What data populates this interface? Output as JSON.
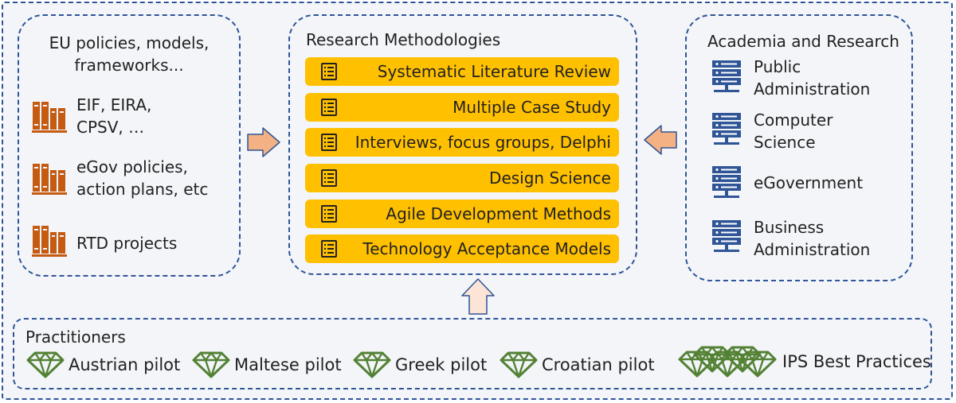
{
  "colors": {
    "dashed_border": "#2f5597",
    "method_bar": "#ffc000",
    "book": "#c55a11",
    "server": "#2f5597",
    "gem": "#548235",
    "arrow_fill": "#f4b183",
    "arrow_stroke": "#2f5597",
    "background": "#f3f5f9"
  },
  "left_panel": {
    "title_line1": "EU policies, models,",
    "title_line2": "frameworks...",
    "items": [
      {
        "icon": "books-icon",
        "line1": "EIF, EIRA,",
        "line2": "CPSV, …"
      },
      {
        "icon": "books-icon",
        "line1": "eGov policies,",
        "line2": "action plans, etc"
      },
      {
        "icon": "books-icon",
        "line1": "RTD projects",
        "line2": ""
      }
    ]
  },
  "center_panel": {
    "title": "Research Methodologies",
    "methods": [
      "Systematic Literature Review",
      "Multiple Case Study",
      "Interviews, focus groups, Delphi",
      "Design Science",
      "Agile Development Methods",
      "Technology Acceptance Models"
    ]
  },
  "right_panel": {
    "title": "Academia and Research",
    "items": [
      {
        "icon": "server-icon",
        "line1": "Public",
        "line2": "Administration"
      },
      {
        "icon": "server-icon",
        "line1": "Computer",
        "line2": "Science"
      },
      {
        "icon": "server-icon",
        "line1": "eGovernment",
        "line2": ""
      },
      {
        "icon": "server-icon",
        "line1": "Business",
        "line2": "Administration"
      }
    ]
  },
  "bottom_panel": {
    "title": "Practitioners",
    "pilots": [
      "Austrian pilot",
      "Maltese pilot",
      "Greek pilot",
      "Croatian pilot",
      "IPS Best Practices"
    ]
  }
}
